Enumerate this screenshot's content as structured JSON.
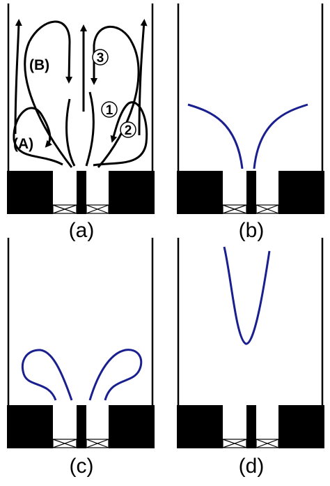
{
  "panels": {
    "a": {
      "caption": "(a)",
      "labels": {
        "A": "(A)",
        "B": "(B)",
        "n1": "1",
        "n2": "2",
        "n3": "3"
      }
    },
    "b": {
      "caption": "(b)"
    },
    "c": {
      "caption": "(c)"
    },
    "d": {
      "caption": "(d)"
    }
  },
  "colors": {
    "stroke": "#000000",
    "flame": "#1a1f8f",
    "fill": "#000000"
  }
}
